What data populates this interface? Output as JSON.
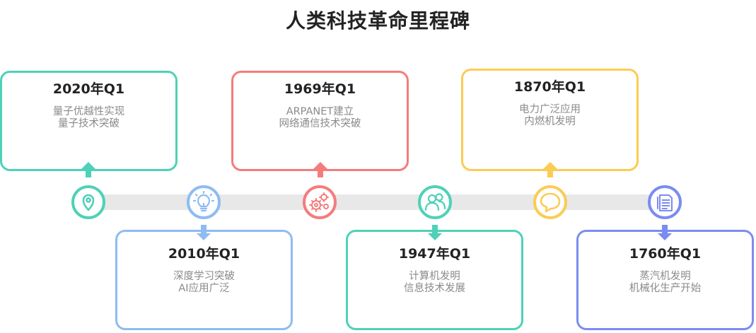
{
  "title": "人类科技革命里程碑",
  "milestones": [
    {
      "year": "2020年Q1",
      "line1": "量子优越性实现",
      "line2": "量子技术突破",
      "color": "#4fd1b8",
      "icon": "location-pin-icon"
    },
    {
      "year": "2010年Q1",
      "line1": "深度学习突破",
      "line2": "AI应用广泛",
      "color": "#8ebcf2",
      "icon": "lightbulb-icon"
    },
    {
      "year": "1969年Q1",
      "line1": "ARPANET建立",
      "line2": "网络通信技术突破",
      "color": "#f47c7c",
      "icon": "gears-icon"
    },
    {
      "year": "1947年Q1",
      "line1": "计算机发明",
      "line2": "信息技术发展",
      "color": "#4fd1b8",
      "icon": "users-icon"
    },
    {
      "year": "1870年Q1",
      "line1": "电力广泛应用",
      "line2": "内燃机发明",
      "color": "#fbcc54",
      "icon": "speech-bubble-icon"
    },
    {
      "year": "1760年Q1",
      "line1": "蒸汽机发明",
      "line2": "机械化生产开始",
      "color": "#7b8cf0",
      "icon": "document-icon"
    }
  ]
}
